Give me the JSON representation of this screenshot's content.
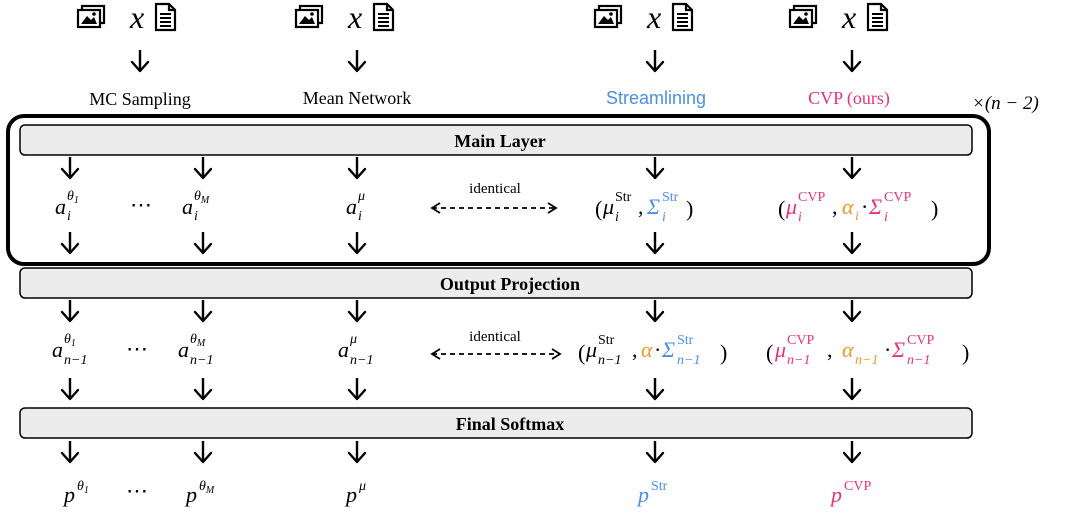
{
  "columns": [
    {
      "id": "mc",
      "label": "MC Sampling",
      "color": "#000000"
    },
    {
      "id": "mean",
      "label": "Mean Network",
      "color": "#000000"
    },
    {
      "id": "str",
      "label": "Streamlining",
      "color": "#4a8fe6"
    },
    {
      "id": "cvp",
      "label": "CVP (ours)",
      "color": "#e6337a"
    }
  ],
  "input_symbol": "x",
  "repeat_label": "×(n − 2)",
  "layers": {
    "main": "Main Layer",
    "output": "Output Projection",
    "softmax": "Final Softmax"
  },
  "identical_label": "identical",
  "ellipsis": "⋯",
  "colors": {
    "blue": "#4a8fe6",
    "pink": "#e6337a",
    "orange": "#f0962a",
    "bar_fill": "#ececec"
  },
  "icons": [
    "images-icon",
    "document-icon"
  ]
}
